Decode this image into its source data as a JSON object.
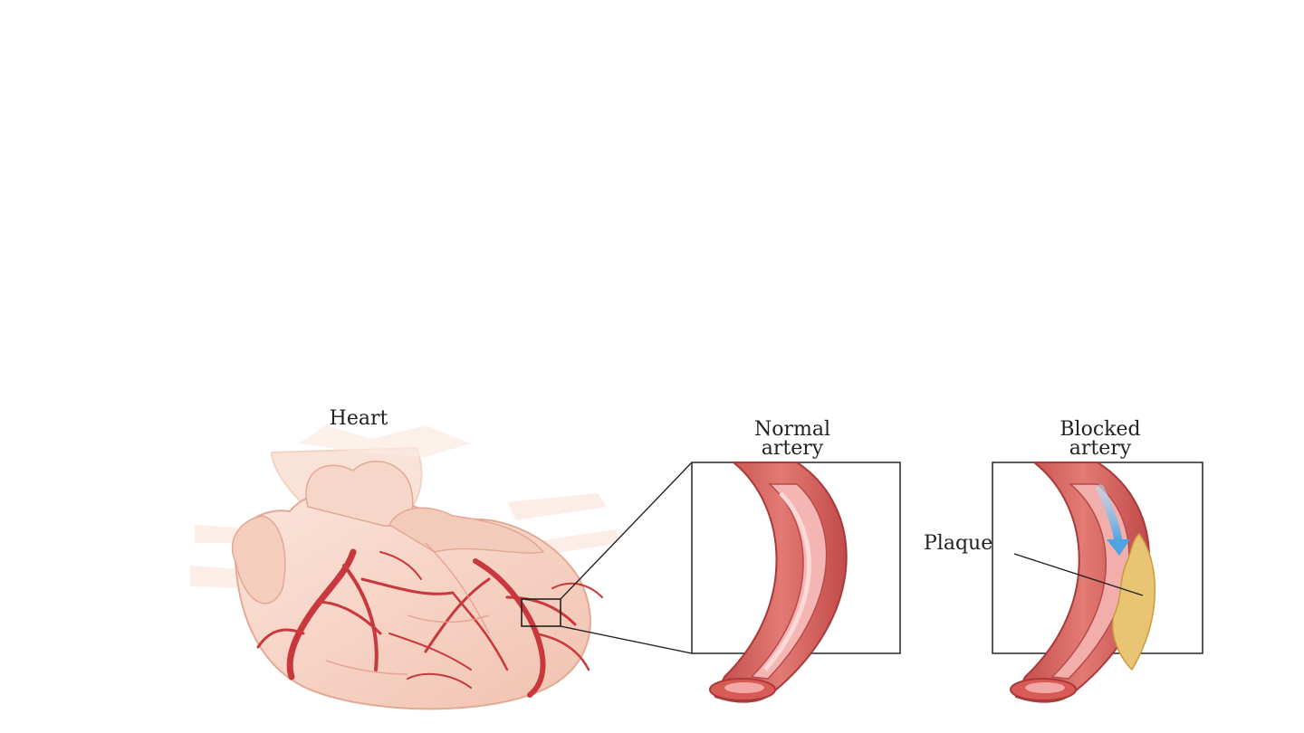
{
  "labels": {
    "heart": "Heart",
    "normal_line1": "Normal",
    "normal_line2": "artery",
    "blocked_line1": "Blocked",
    "blocked_line2": "artery",
    "plaque": "Plaque"
  },
  "colors": {
    "heart_fill": "#f7d3c4",
    "heart_shade": "#eab9a6",
    "vessel_red": "#c8383c",
    "artery_wall": "#d9605e",
    "lumen": "#f3b6b3",
    "plaque_yellow": "#e9c472",
    "flow_arrow": "#6fb4e6",
    "frame": "#333333"
  }
}
